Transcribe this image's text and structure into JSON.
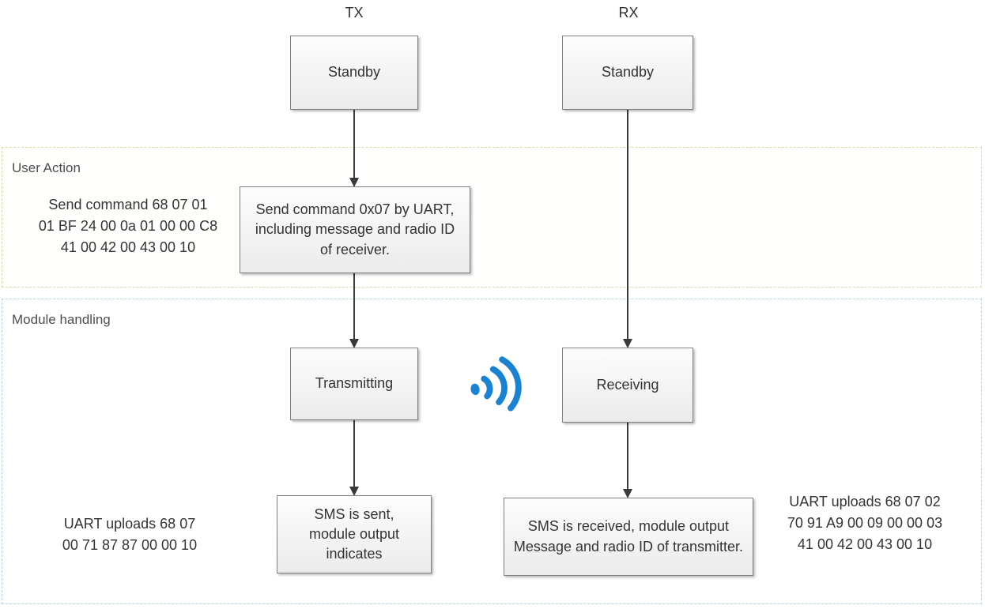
{
  "columns": {
    "tx_label": "TX",
    "rx_label": "RX"
  },
  "regions": {
    "user_action_label": "User Action",
    "module_handling_label": "Module handling"
  },
  "nodes": {
    "tx_standby": "Standby",
    "rx_standby": "Standby",
    "send_command": "Send command 0x07 by UART, including message and radio ID of receiver.",
    "transmitting": "Transmitting",
    "receiving": "Receiving",
    "sms_sent": "SMS is sent,\nmodule output\nindicates",
    "sms_received": "SMS is received, module output Message and radio ID of transmitter."
  },
  "annotations": {
    "tx_command_hex": "Send command 68 07 01\n01 BF 24 00 0a 01 00 00 C8\n41 00 42 00 43 00 10",
    "tx_uart_upload": "UART uploads 68 07\n00 71 87 87 00 00 10",
    "rx_uart_upload": "UART uploads  68 07 02\n70 91 A9 00 09 00 00 03\n41 00 42 00 43 00 10"
  },
  "icons": {
    "radio_signal": "radio-signal-icon"
  },
  "colors": {
    "accent_blue": "#1a82d2",
    "user_action_border": "#ddd9a3",
    "module_handling_border": "#aed8e6",
    "box_border": "#808080",
    "arrow_color": "#3a3a3a"
  }
}
